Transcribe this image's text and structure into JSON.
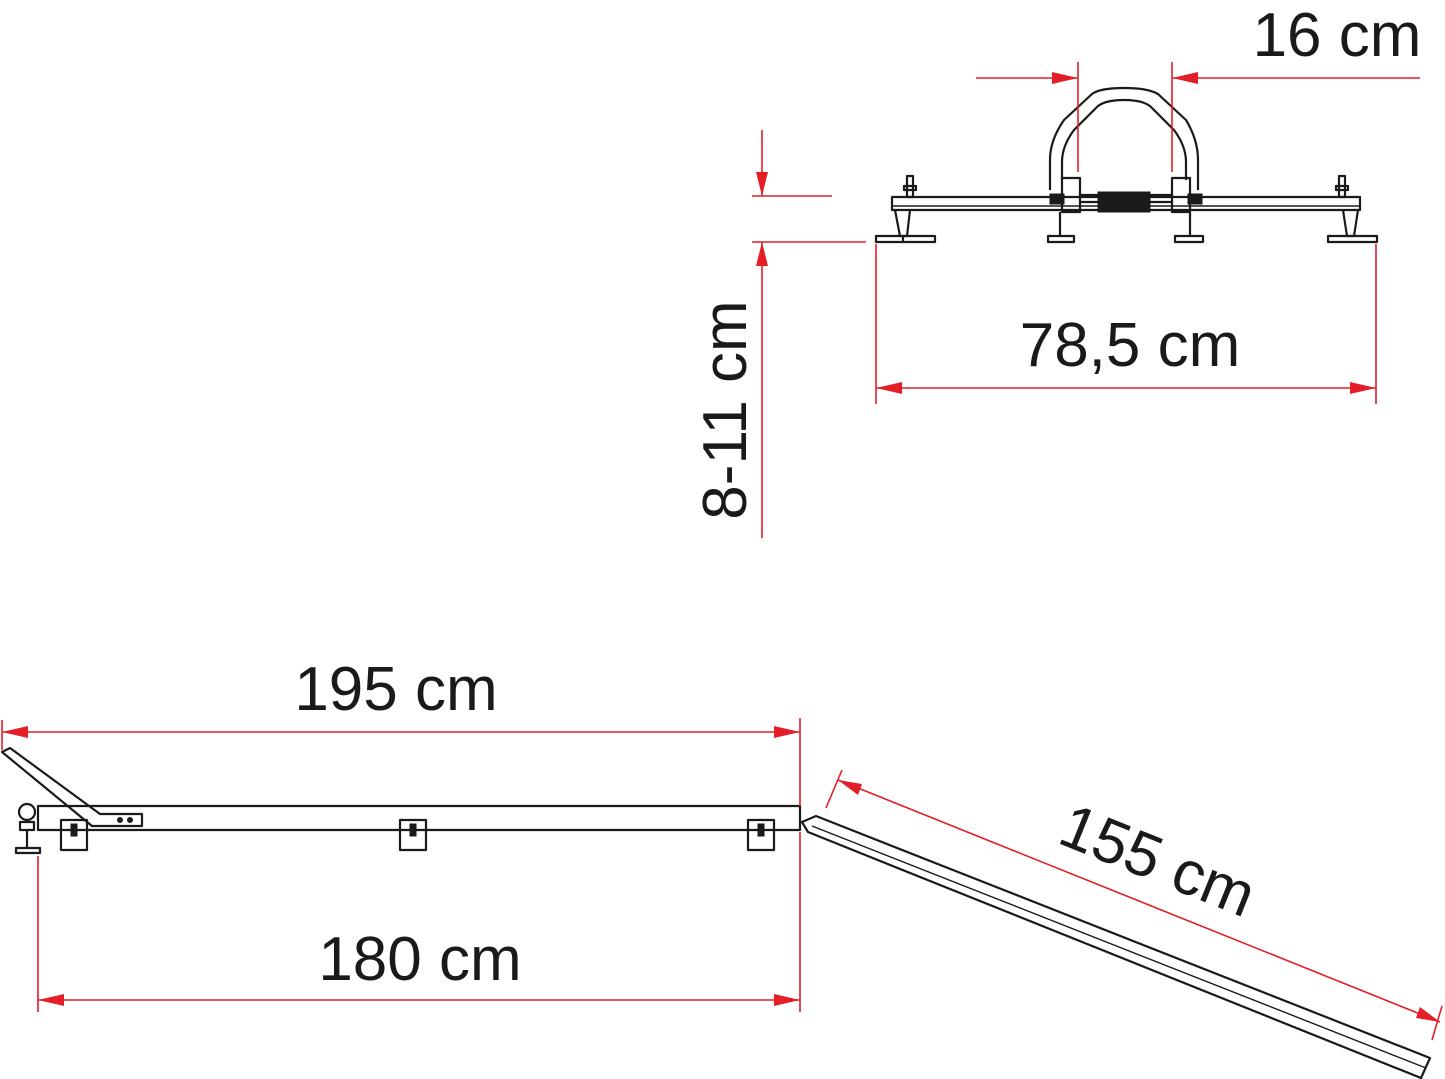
{
  "colors": {
    "dimension": "#e41e26",
    "object": "#1a1a1a",
    "background": "#ffffff"
  },
  "dimensions": {
    "handle_width": "16 cm",
    "height_range": "8-11 cm",
    "rack_width": "78,5 cm",
    "total_length": "195 cm",
    "rail_length": "180 cm",
    "ramp_length": "155 cm"
  }
}
